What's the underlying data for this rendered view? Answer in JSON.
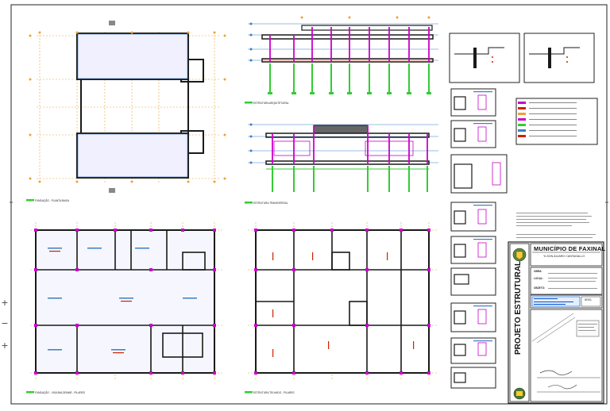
{
  "sheet": {
    "discipline": "PROJETO ESTRUTURAL"
  },
  "title_block": {
    "municipality": "MUNICÍPIO DE FAXINAL",
    "mayor": "YLSON ÁLVARO CANTAGALLO",
    "field_labels": [
      "OBRA:",
      "LOCAL:",
      "OBJETO:"
    ],
    "stamp_label": "NÍVEL"
  },
  "drawings": [
    {
      "label": "FUNDAÇÃO - PLANTA BAIXA"
    },
    {
      "label": "ESTRUTURA ARQUITETURAL"
    },
    {
      "label": "ESTRUTURA TRANSVERSAL"
    },
    {
      "label": "FUNDAÇÃO - VIGA BALDRAME - PILARES"
    },
    {
      "label": "ESTRUTURA TELHADO - PILARES"
    }
  ],
  "colors": {
    "walls": "#1a1a1a",
    "pillars": "#cc00cc",
    "grid": "#f0a030",
    "footing": "#33cc33",
    "rebar": "#cc2200",
    "dims": "#3a7fc4",
    "blue_label": "#0055cc"
  }
}
